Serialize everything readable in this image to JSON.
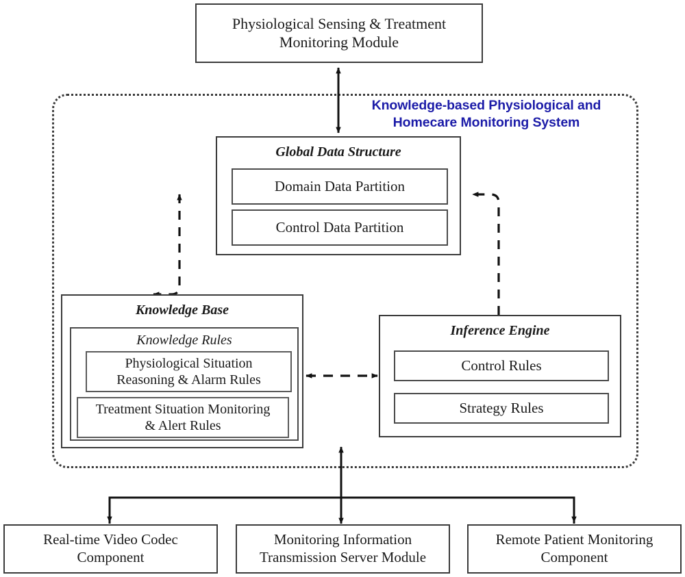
{
  "diagram": {
    "system_title": "Knowledge-based Physiological and Homecare Monitoring System",
    "system_title_line1": "Knowledge-based Physiological and",
    "system_title_line2": "Homecare Monitoring System",
    "title_color": "#1c1ca8",
    "boundary_style": "dotted-rounded-rectangle"
  },
  "top_module": {
    "line1": "Physiological Sensing & Treatment",
    "line2": "Monitoring Module"
  },
  "global_data_structure": {
    "header": "Global Data Structure",
    "partitions": [
      {
        "label": "Domain Data Partition"
      },
      {
        "label": "Control Data Partition"
      }
    ]
  },
  "knowledge_base": {
    "header": "Knowledge Base",
    "rules_group_header": "Knowledge Rules",
    "rules": [
      {
        "line1": "Physiological Situation",
        "line2": "Reasoning & Alarm Rules"
      },
      {
        "line1": "Treatment Situation Monitoring",
        "line2": "& Alert Rules"
      }
    ]
  },
  "inference_engine": {
    "header": "Inference Engine",
    "rules": [
      {
        "label": "Control Rules"
      },
      {
        "label": "Strategy Rules"
      }
    ]
  },
  "bottom_modules": [
    {
      "line1": "Real-time Video Codec",
      "line2": "Component"
    },
    {
      "line1": "Monitoring Information",
      "line2": "Transmission Server Module"
    },
    {
      "line1": "Remote Patient Monitoring",
      "line2": "Component"
    }
  ],
  "connectors": [
    {
      "name": "sensing-to-gds",
      "style": "solid",
      "arrow": "both"
    },
    {
      "name": "gds-to-knowledge-base",
      "style": "dashed",
      "arrow": "both-ends-separate"
    },
    {
      "name": "inference-engine-to-gds",
      "style": "dashed",
      "arrow": "both-ends-separate"
    },
    {
      "name": "knowledge-base-to-inference-engine",
      "style": "dashed",
      "arrow": "both"
    },
    {
      "name": "system-to-bottom-bus",
      "style": "solid",
      "arrow": "both"
    },
    {
      "name": "bus-to-video-codec",
      "style": "solid",
      "arrow": "down"
    },
    {
      "name": "bus-to-transmission-server",
      "style": "solid",
      "arrow": "down"
    },
    {
      "name": "bus-to-remote-monitoring",
      "style": "solid",
      "arrow": "down"
    }
  ]
}
